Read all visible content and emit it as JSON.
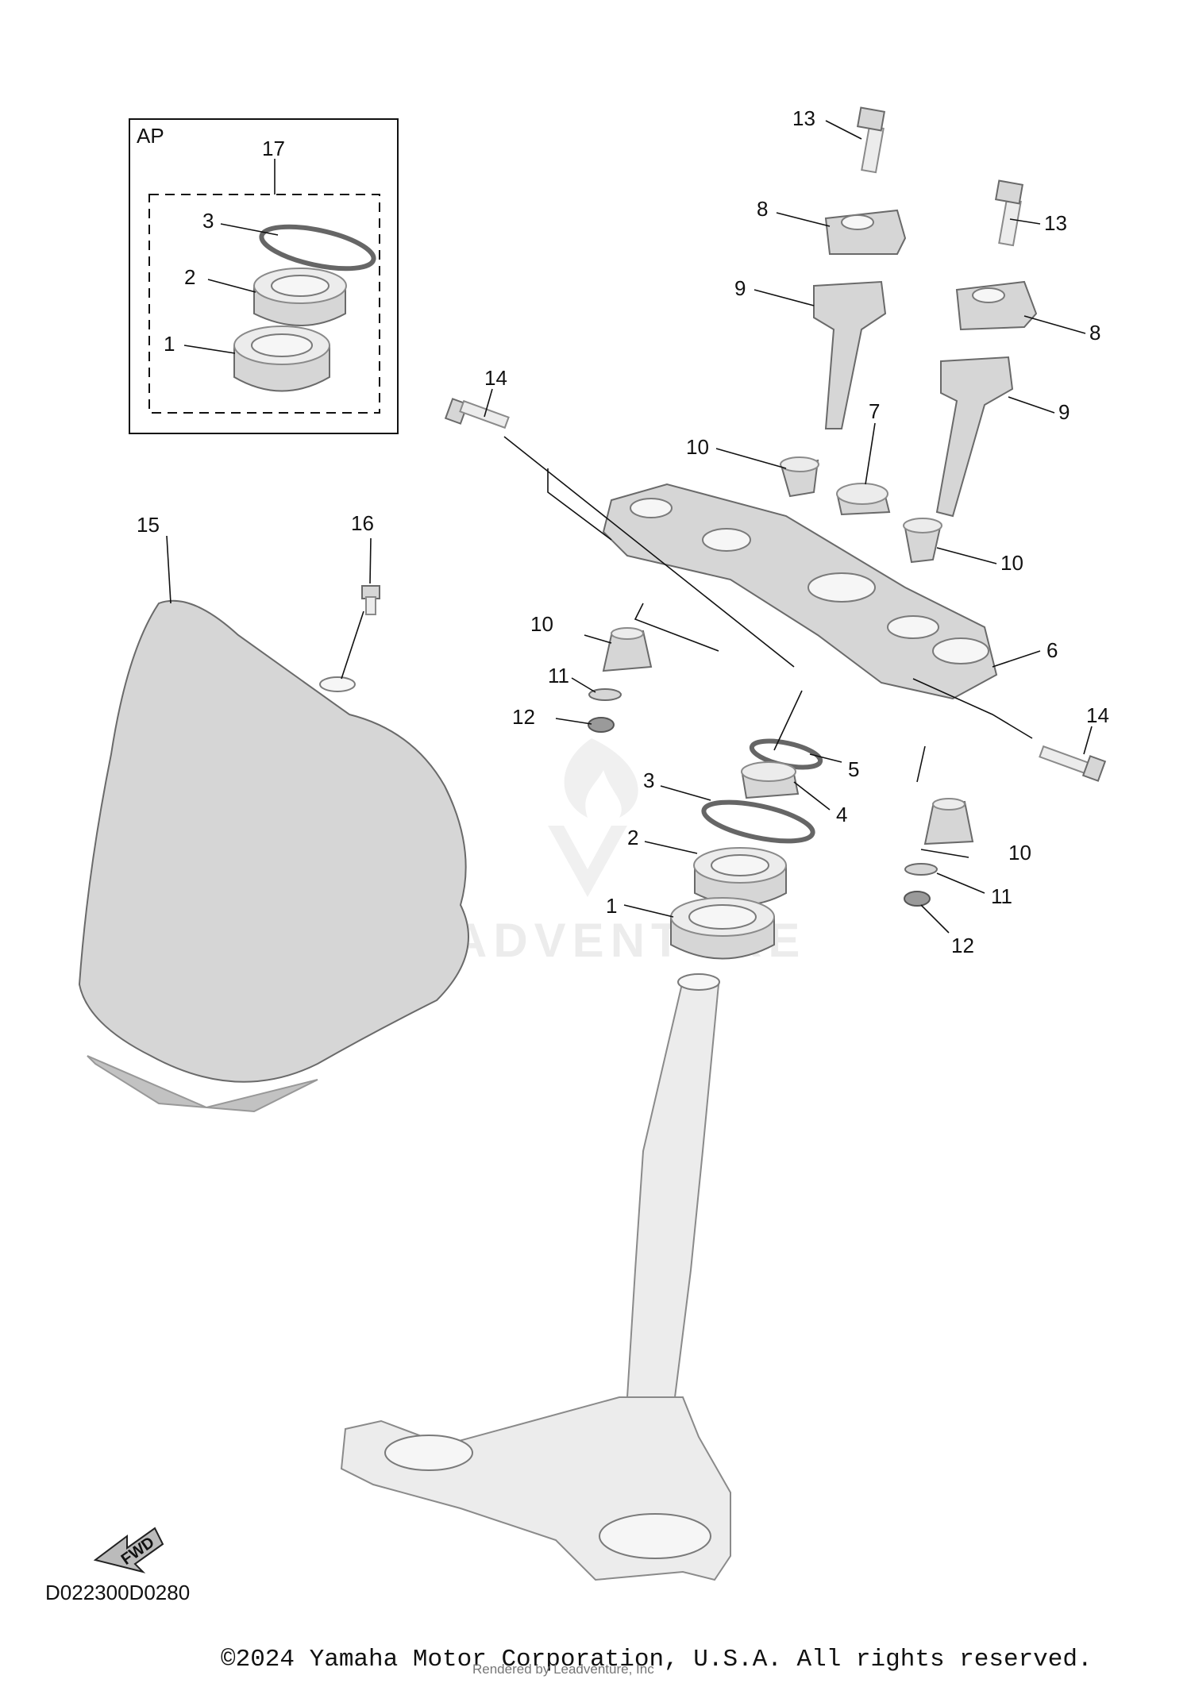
{
  "callouts": {
    "c1_kit": "1",
    "c2_kit": "2",
    "c3_kit": "3",
    "c17": "17",
    "c13_a": "13",
    "c13_b": "13",
    "c8_a": "8",
    "c8_b": "8",
    "c9_a": "9",
    "c9_b": "9",
    "c14_a": "14",
    "c14_b": "14",
    "c7": "7",
    "c10_a": "10",
    "c10_b": "10",
    "c10_c": "10",
    "c10_d": "10",
    "c15": "15",
    "c16": "16",
    "c6": "6",
    "c11_a": "11",
    "c11_b": "11",
    "c12_a": "12",
    "c12_b": "12",
    "c5": "5",
    "c4": "4",
    "c3": "3",
    "c2": "2",
    "c1": "1"
  },
  "kit_box_label": "AP",
  "fwd_arrow_label": "FWD",
  "diagram_code": "D022300D0280",
  "watermark_text": "ADVENTURE",
  "rendered_by": "Rendered by Leadventure, Inc",
  "copyright": "©2024 Yamaha Motor Corporation, U.S.A. All rights reserved."
}
